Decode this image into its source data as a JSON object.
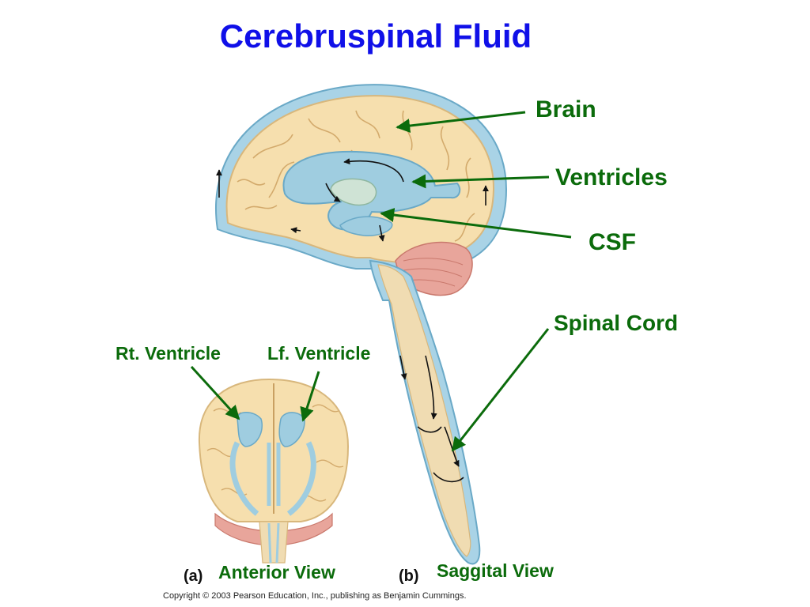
{
  "title": "Cerebruspinal Fluid",
  "labels": {
    "brain": "Brain",
    "ventricles": "Ventricles",
    "csf": "CSF",
    "spinal_cord": "Spinal Cord",
    "rt_ventricle": "Rt. Ventricle",
    "lf_ventricle": "Lf. Ventricle",
    "anterior_view": "Anterior View",
    "saggital_view": "Saggital View"
  },
  "panels": {
    "a": "(a)",
    "b": "(b)"
  },
  "copyright": "Copyright © 2003 Pearson Education, Inc., publishing as Benjamin Cummings.",
  "colors": {
    "title": "#1010e8",
    "label": "#0b6b0b",
    "brain_tissue": "#f6dfae",
    "csf_blue": "#a9d3e6",
    "ventricle": "#9fcde0",
    "cerebellum": "#e8a59b"
  }
}
